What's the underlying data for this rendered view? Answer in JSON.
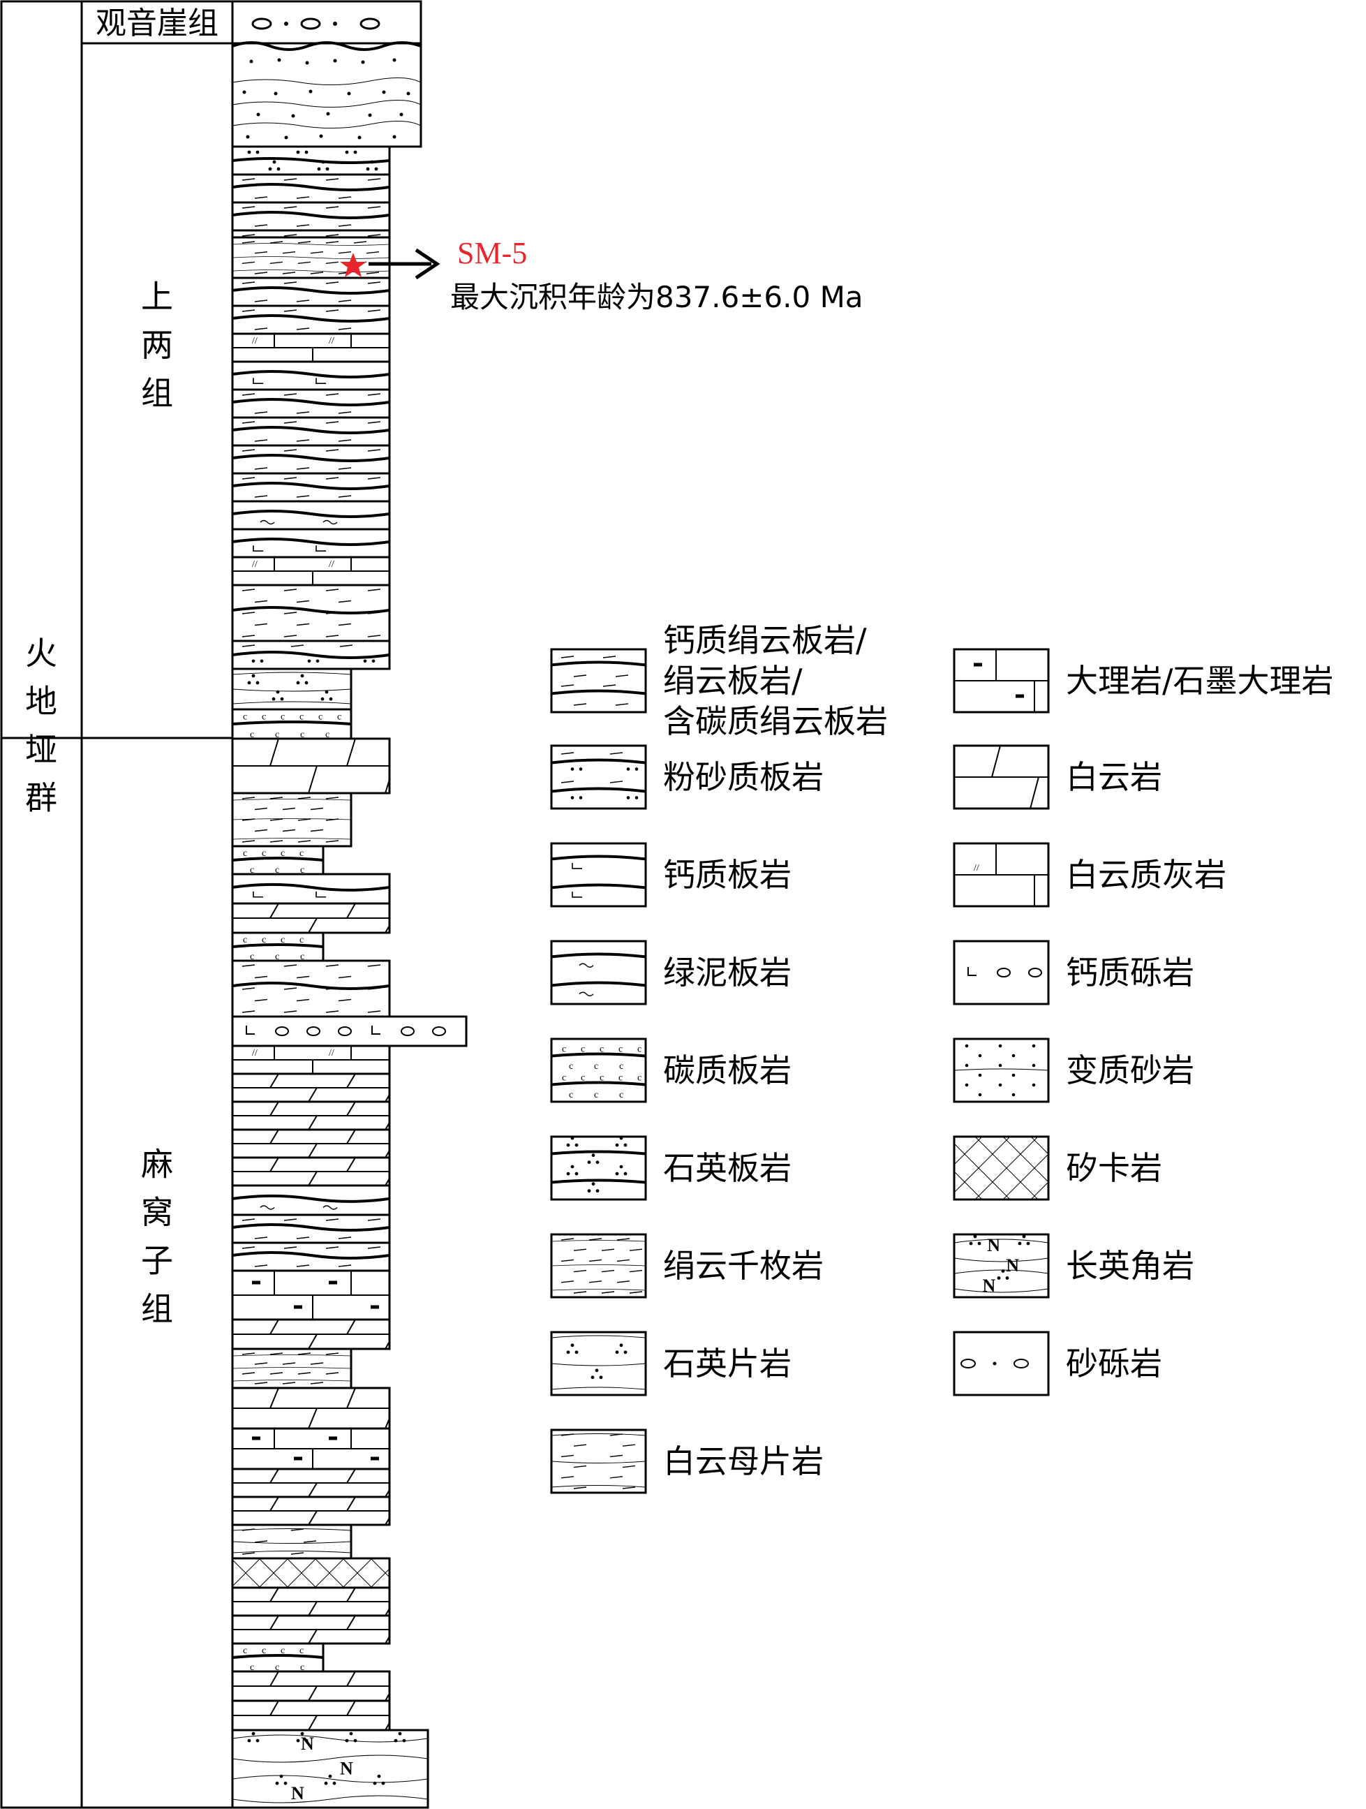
{
  "columns": {
    "group": "火地垭群",
    "formations": [
      {
        "name": "观音崖组"
      },
      {
        "name": "上两组"
      },
      {
        "name": "麻窝子组"
      }
    ]
  },
  "sample": {
    "id": "SM-5",
    "age_label": "最大沉积年龄为837.6±6.0 Ma",
    "color": "#e8252b"
  },
  "legend": {
    "left": [
      {
        "key": "calc_sericite_slate",
        "lines": [
          "钙质绢云板岩/",
          "绢云板岩/",
          "含碳质绢云板岩"
        ]
      },
      {
        "key": "silty_slate",
        "lines": [
          "粉砂质板岩"
        ]
      },
      {
        "key": "calc_slate",
        "lines": [
          "钙质板岩"
        ]
      },
      {
        "key": "chlorite_slate",
        "lines": [
          "绿泥板岩"
        ]
      },
      {
        "key": "carb_slate",
        "lines": [
          "碳质板岩"
        ]
      },
      {
        "key": "quartz_slate",
        "lines": [
          "石英板岩"
        ]
      },
      {
        "key": "sericite_phyllite",
        "lines": [
          "绢云千枚岩"
        ]
      },
      {
        "key": "quartz_schist",
        "lines": [
          "石英片岩"
        ]
      },
      {
        "key": "muscovite_schist",
        "lines": [
          "白云母片岩"
        ]
      }
    ],
    "right": [
      {
        "key": "marble",
        "lines": [
          "大理岩/石墨大理岩"
        ]
      },
      {
        "key": "dolomite",
        "lines": [
          "白云岩"
        ]
      },
      {
        "key": "dolo_limestone",
        "lines": [
          "白云质灰岩"
        ]
      },
      {
        "key": "calc_conglomerate",
        "lines": [
          "钙质砾岩"
        ]
      },
      {
        "key": "meta_sandstone",
        "lines": [
          "变质砂岩"
        ]
      },
      {
        "key": "skarn",
        "lines": [
          "矽卡岩"
        ]
      },
      {
        "key": "hornfels",
        "lines": [
          "长英角岩"
        ]
      },
      {
        "key": "sandy_conglomerate",
        "lines": [
          "砂砾岩"
        ]
      }
    ]
  },
  "column_layers": [
    "sandy_conglomerate",
    "meta_sandstone",
    "quartz_slate",
    "calc_sericite_slate",
    "calc_sericite_slate",
    "calc_sericite_slate",
    "sericite_phyllite",
    "calc_sericite_slate",
    "calc_sericite_slate",
    "dolo_limestone",
    "calc_slate",
    "calc_sericite_slate",
    "calc_sericite_slate",
    "calc_sericite_slate",
    "calc_sericite_slate",
    "chlorite_slate",
    "calc_slate",
    "dolo_limestone",
    "calc_sericite_slate",
    "silty_slate",
    "quartz_schist",
    "carb_slate",
    "dolomite",
    "sericite_phyllite",
    "carb_slate",
    "calc_slate",
    "dolomite",
    "carb_slate",
    "calc_sericite_slate",
    "calc_conglomerate",
    "dolo_limestone",
    "dolomite",
    "dolomite",
    "dolomite",
    "dolomite",
    "chlorite_slate",
    "calc_sericite_slate",
    "calc_sericite_slate",
    "marble",
    "dolomite",
    "sericite_phyllite",
    "dolomite",
    "marble",
    "dolomite",
    "dolomite",
    "muscovite_schist",
    "skarn",
    "dolomite",
    "dolomite",
    "carb_slate",
    "dolomite",
    "dolomite",
    "hornfels"
  ]
}
